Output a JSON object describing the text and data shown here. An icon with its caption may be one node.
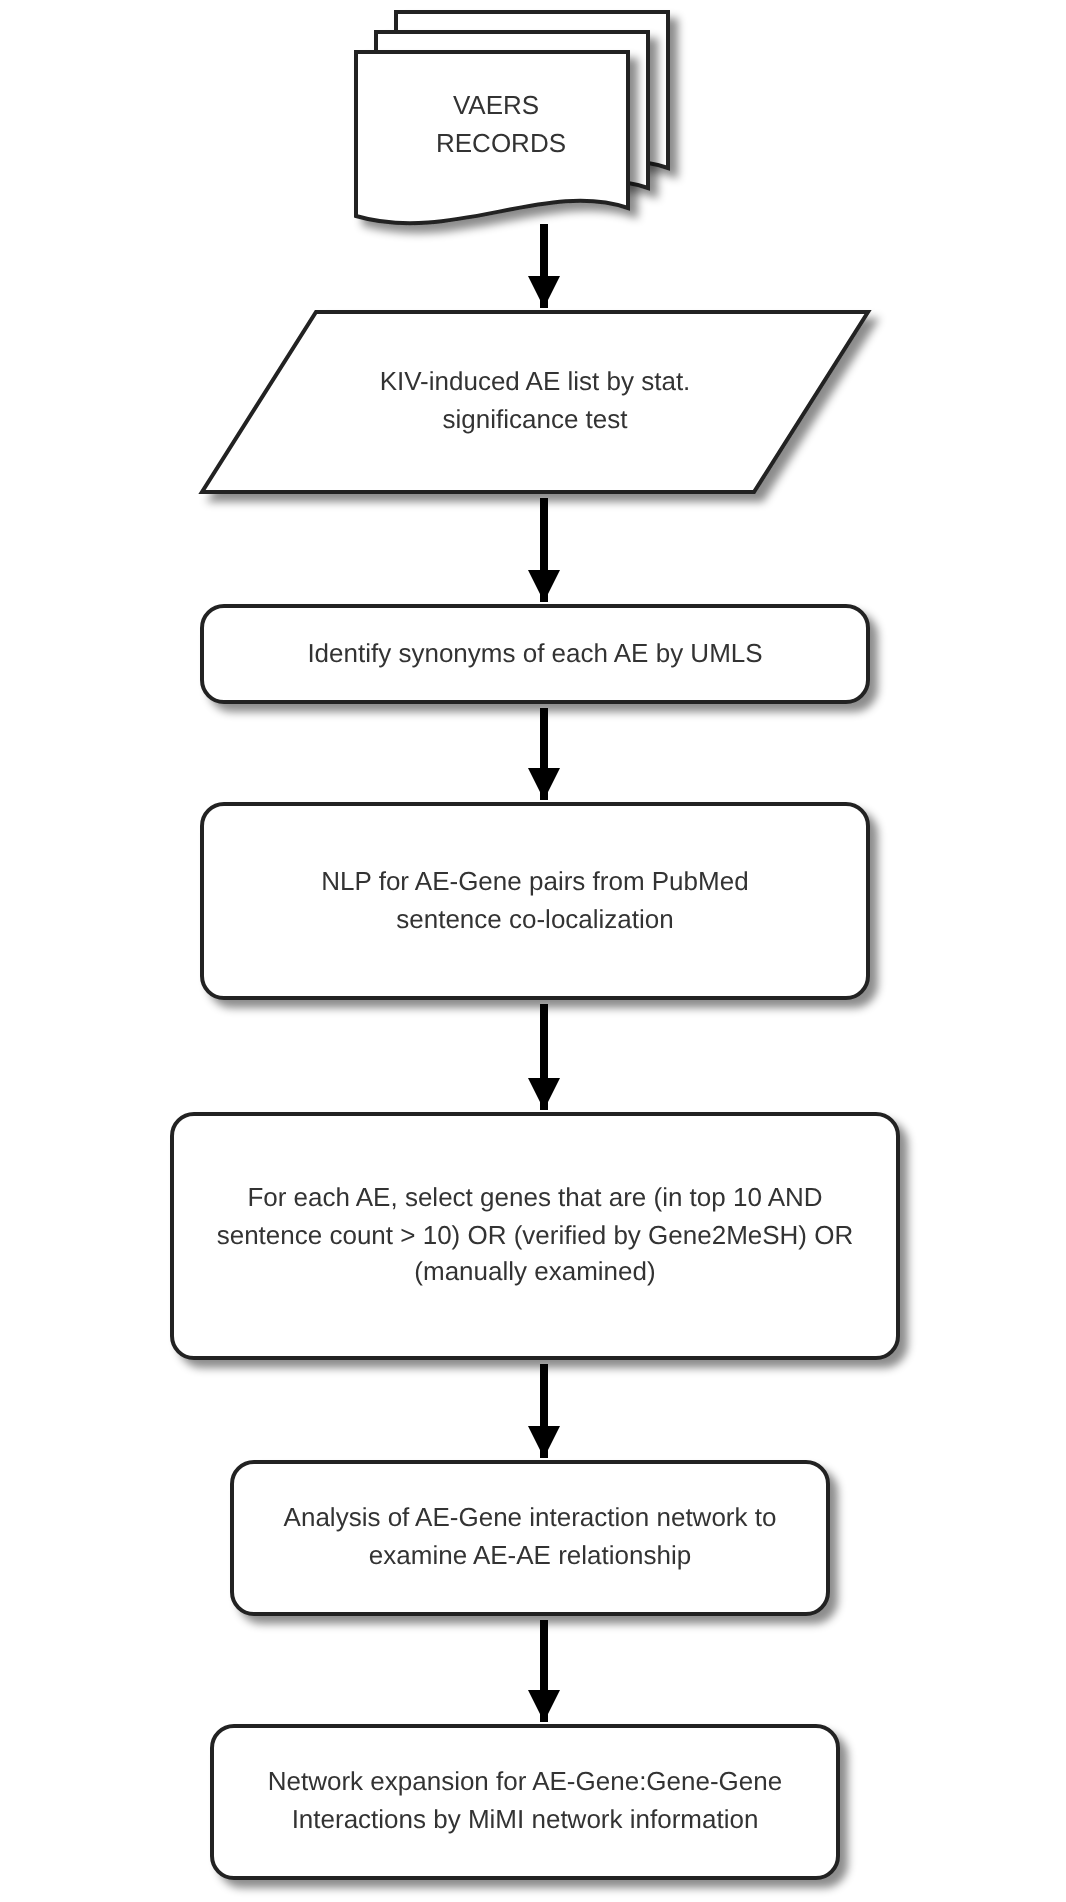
{
  "diagram": {
    "nodes": [
      {
        "text": [
          "VAERS RECORDS"
        ]
      },
      {
        "text": [
          "KIV-induced AE list by stat. significance test"
        ]
      },
      {
        "text": [
          "Identify synonyms of each AE by UMLS"
        ]
      },
      {
        "text": [
          "NLP for AE-Gene pairs from PubMed sentence co-localization"
        ]
      },
      {
        "text": [
          "For each AE, select genes that are (in top 10 AND sentence count > 10) OR (verified by Gene2MeSH) OR (manually examined)"
        ]
      },
      {
        "text": [
          "Analysis of AE-Gene interaction network to examine AE-AE relationship"
        ]
      },
      {
        "text": [
          "Network expansion for AE-Gene:Gene-Gene Interactions by MiMI network information"
        ]
      }
    ],
    "edges": [
      {
        "from": 0,
        "to": 1,
        "arrow": "to"
      },
      {
        "from": 1,
        "to": 2,
        "arrow": "to"
      },
      {
        "from": 2,
        "to": 3,
        "arrow": "to"
      },
      {
        "from": 3,
        "to": 4,
        "arrow": "to"
      },
      {
        "from": 4,
        "to": 5,
        "arrow": "to"
      },
      {
        "from": 5,
        "to": 6,
        "arrow": "to"
      }
    ]
  }
}
